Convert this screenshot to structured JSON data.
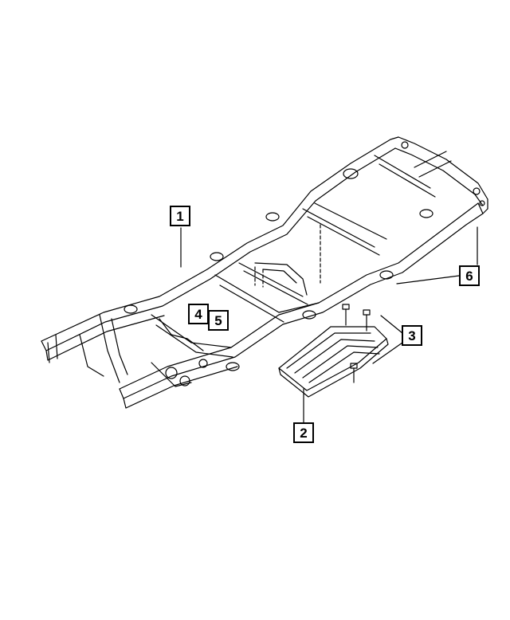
{
  "diagram": {
    "kind": "exploded parts illustration",
    "subject_icon": "vehicle-frame-illustration",
    "line_color": "#000000",
    "background": "#ffffff"
  },
  "callouts": [
    {
      "id": "1",
      "label": "1"
    },
    {
      "id": "2",
      "label": "2"
    },
    {
      "id": "3",
      "label": "3"
    },
    {
      "id": "4",
      "label": "4"
    },
    {
      "id": "5",
      "label": "5"
    },
    {
      "id": "6",
      "label": "6"
    }
  ]
}
